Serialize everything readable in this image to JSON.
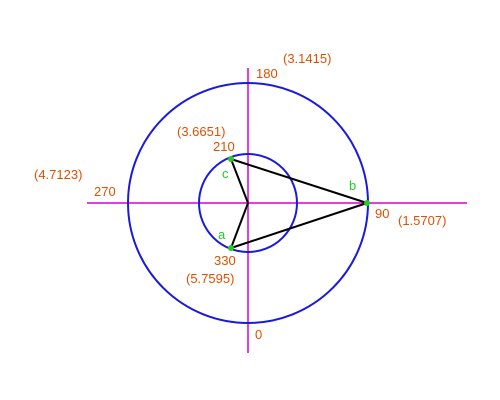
{
  "colors": {
    "axis": "#e040e0",
    "circle": "#1a1adf",
    "triangle": "#000000",
    "label": "#e05000",
    "point": "#22cc22"
  },
  "labels": {
    "deg_180": "180",
    "rad_180": "(3.1415)",
    "deg_270": "270",
    "rad_270": "(4.7123)",
    "deg_90": "90",
    "rad_90": "(1.5707)",
    "deg_0": "0",
    "deg_210": "210",
    "rad_210": "(3.6651)",
    "deg_330": "330",
    "rad_330": "(5.7595)"
  },
  "points": {
    "a": "a",
    "b": "b",
    "c": "c"
  }
}
